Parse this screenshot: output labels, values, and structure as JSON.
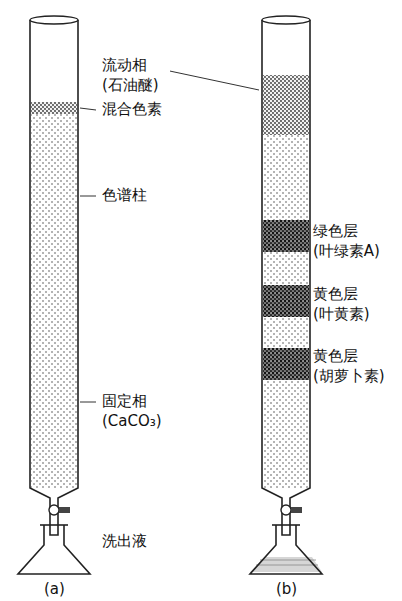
{
  "diagram": {
    "labels": [
      "流动相 (石油醚)",
      "混合色素",
      "色谱柱",
      "绿色层 (叶绿素A)",
      "黄色层 (叶黄素)",
      "黄色层 (胡萝卜素)",
      "固定相 (CaCO₃)",
      "洗出液",
      "(a)",
      "(b)"
    ]
  }
}
